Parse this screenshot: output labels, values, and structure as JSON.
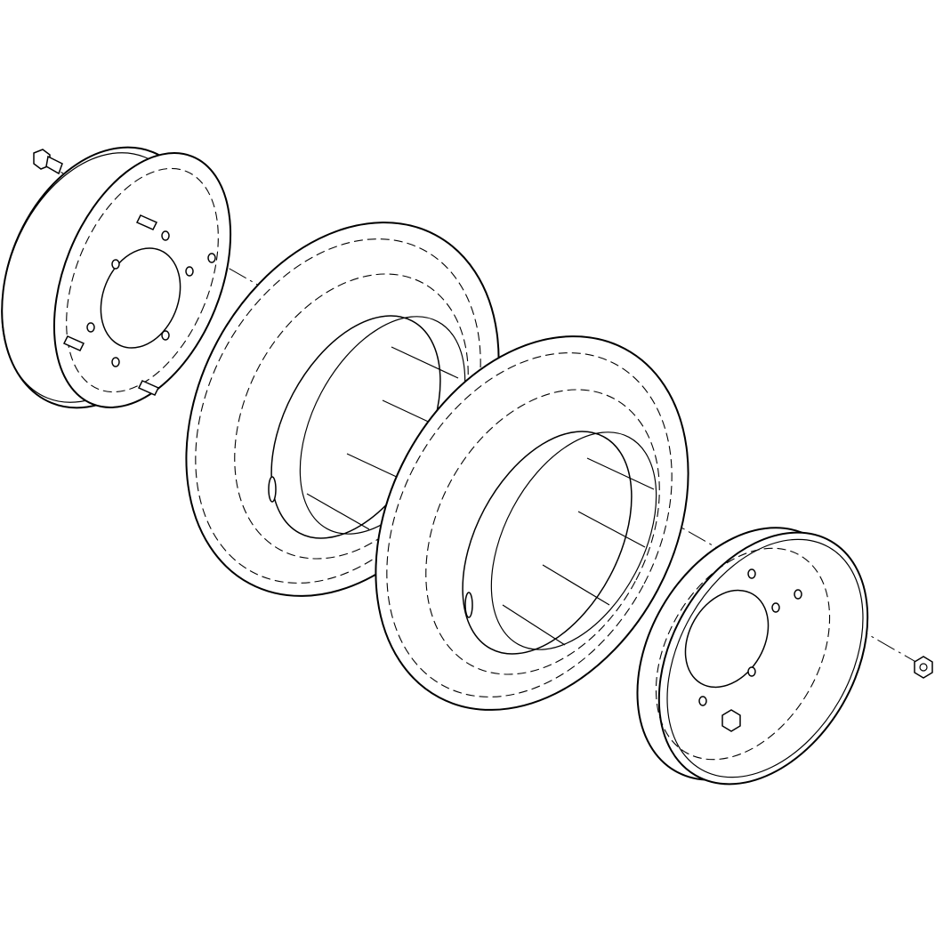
{
  "diagram": {
    "line_color": "#000000",
    "background": "#ffffff",
    "parts": [
      "bolt",
      "left-wheel-rim",
      "tire-left",
      "tire-right",
      "right-wheel-rim",
      "lug-nut"
    ]
  }
}
